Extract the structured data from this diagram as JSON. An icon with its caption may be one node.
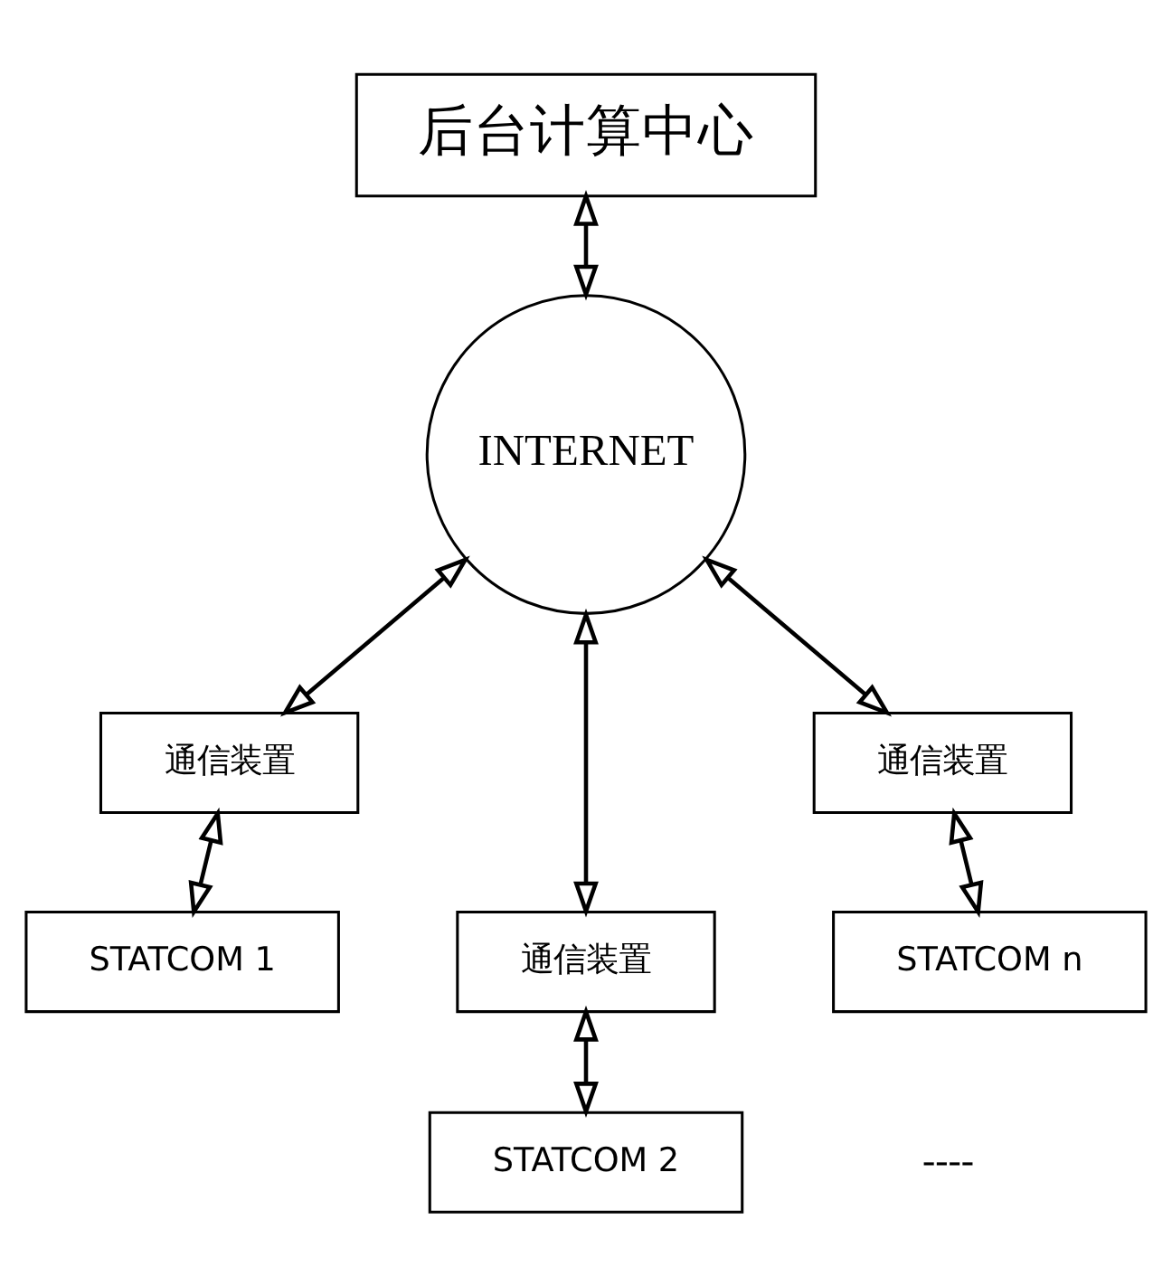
{
  "diagram": {
    "nodes": [
      {
        "text": [
          "后台计算中心"
        ]
      },
      {
        "text": [
          "INTERNET"
        ]
      },
      {
        "text": [
          "通信装置"
        ]
      },
      {
        "text": [
          "通信装置"
        ]
      },
      {
        "text": [
          "通信装置"
        ]
      },
      {
        "text": [
          "STATCOM 1"
        ]
      },
      {
        "text": [
          "STATCOM 2"
        ]
      },
      {
        "text": [
          "STATCOM n"
        ]
      }
    ],
    "edges": [
      {
        "from": 0,
        "to": 1,
        "arrow": "both"
      },
      {
        "from": 1,
        "to": 2,
        "arrow": "both"
      },
      {
        "from": 1,
        "to": 3,
        "arrow": "both"
      },
      {
        "from": 1,
        "to": 4,
        "arrow": "both"
      },
      {
        "from": 2,
        "to": 5,
        "arrow": "both"
      },
      {
        "from": 3,
        "to": 6,
        "arrow": "both"
      },
      {
        "from": 4,
        "to": 7,
        "arrow": "both"
      }
    ],
    "labels": [
      "----"
    ]
  }
}
